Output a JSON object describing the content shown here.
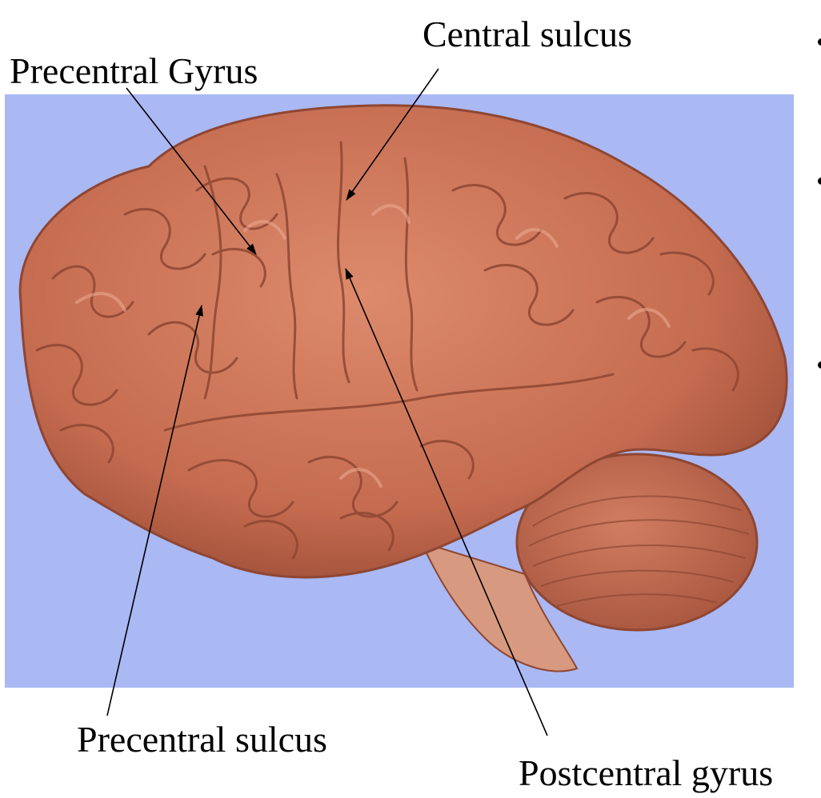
{
  "labels": {
    "precentral_gyrus": "Precentral Gyrus",
    "central_sulcus": "Central sulcus",
    "precentral_sulcus": "Precentral sulcus",
    "postcentral_gyrus": "Postcentral gyrus"
  },
  "colors": {
    "backdrop": "#aab8f4",
    "brain": "#cd7558",
    "brain_shadow": "#8f4632",
    "brain_highlight": "#e6a08a",
    "cerebellum": "#c26a52",
    "text": "#000000"
  }
}
